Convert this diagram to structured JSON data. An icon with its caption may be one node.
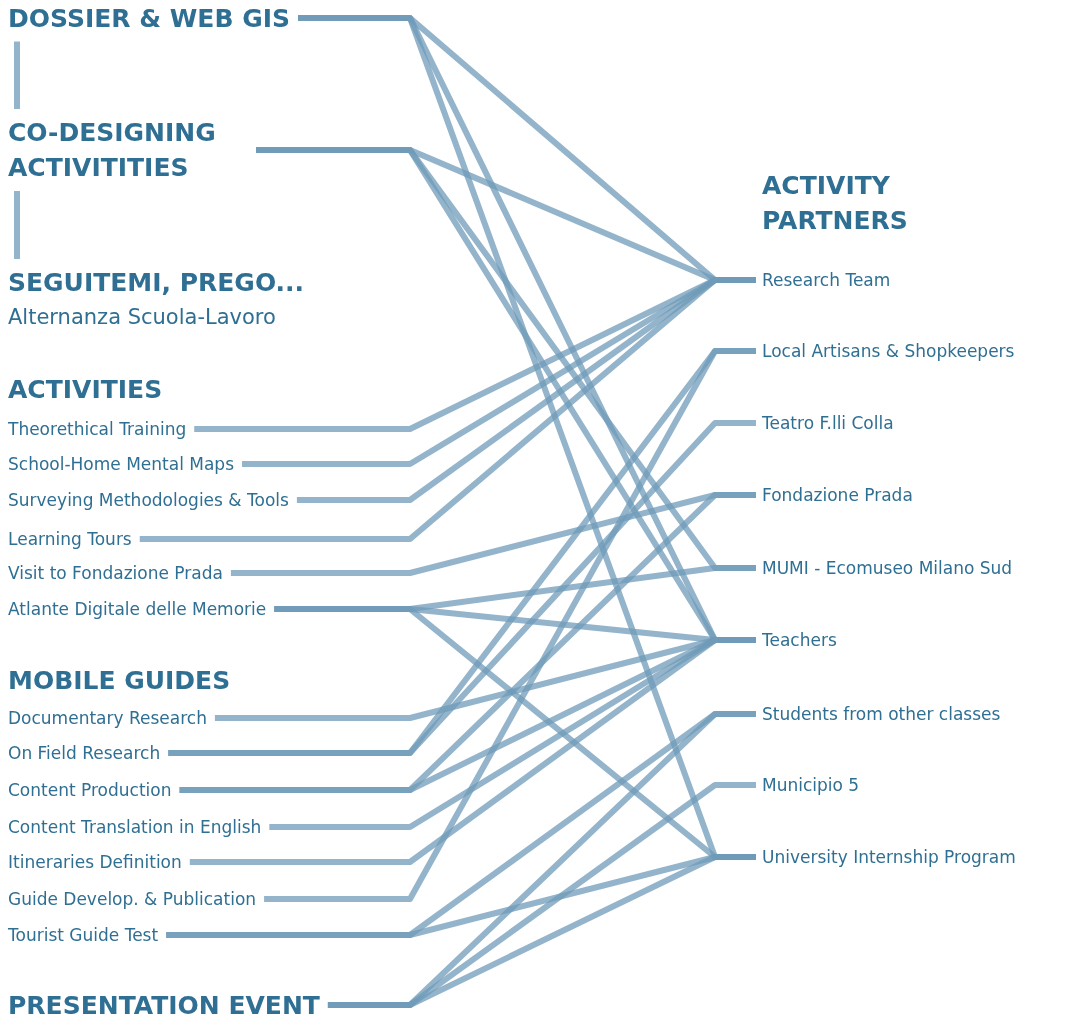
{
  "diagram": {
    "nodes": [
      {
        "text": [
          "DOSSIER & WEB GIS"
        ]
      },
      {
        "text": [
          "CO-DESIGNING ACTIVITITIES"
        ]
      },
      {
        "text": [
          "SEGUITEMI, PREGO...",
          "Alternanza Scuola-Lavoro"
        ]
      },
      {
        "text": [
          "Theorethical Training"
        ]
      },
      {
        "text": [
          "School-Home Mental Maps"
        ]
      },
      {
        "text": [
          "Surveying Methodologies & Tools"
        ]
      },
      {
        "text": [
          "Learning Tours"
        ]
      },
      {
        "text": [
          "Visit to Fondazione Prada"
        ]
      },
      {
        "text": [
          "Atlante Digitale delle Memorie"
        ]
      },
      {
        "text": [
          "Documentary Research"
        ]
      },
      {
        "text": [
          "On Field Research"
        ]
      },
      {
        "text": [
          "Content Production"
        ]
      },
      {
        "text": [
          "Content Translation in English"
        ]
      },
      {
        "text": [
          "Itineraries Definition"
        ]
      },
      {
        "text": [
          "Guide Develop. & Publication"
        ]
      },
      {
        "text": [
          "Tourist Guide Test"
        ]
      },
      {
        "text": [
          "PRESENTATION EVENT"
        ]
      },
      {
        "text": [
          "Research Team"
        ]
      },
      {
        "text": [
          "Local Artisans & Shopkeepers"
        ]
      },
      {
        "text": [
          "Teatro F.lli Colla"
        ]
      },
      {
        "text": [
          "Fondazione Prada"
        ]
      },
      {
        "text": [
          "MUMI - Ecomuseo Milano Sud"
        ]
      },
      {
        "text": [
          "Teachers"
        ]
      },
      {
        "text": [
          "Students from other classes"
        ]
      },
      {
        "text": [
          "Municipio 5"
        ]
      },
      {
        "text": [
          "University Internship Program"
        ]
      }
    ],
    "edges": [
      {
        "from": 0,
        "to": 1,
        "arrow": "none"
      },
      {
        "from": 1,
        "to": 2,
        "arrow": "none"
      },
      {
        "from": 0,
        "to": 17,
        "arrow": "none"
      },
      {
        "from": 0,
        "to": 22,
        "arrow": "none"
      },
      {
        "from": 0,
        "to": 25,
        "arrow": "none"
      },
      {
        "from": 1,
        "to": 17,
        "arrow": "none"
      },
      {
        "from": 1,
        "to": 21,
        "arrow": "none"
      },
      {
        "from": 1,
        "to": 22,
        "arrow": "none"
      },
      {
        "from": 3,
        "to": 17,
        "arrow": "none"
      },
      {
        "from": 4,
        "to": 17,
        "arrow": "none"
      },
      {
        "from": 5,
        "to": 17,
        "arrow": "none"
      },
      {
        "from": 6,
        "to": 17,
        "arrow": "none"
      },
      {
        "from": 7,
        "to": 20,
        "arrow": "none"
      },
      {
        "from": 8,
        "to": 21,
        "arrow": "none"
      },
      {
        "from": 8,
        "to": 22,
        "arrow": "none"
      },
      {
        "from": 8,
        "to": 25,
        "arrow": "none"
      },
      {
        "from": 9,
        "to": 22,
        "arrow": "none"
      },
      {
        "from": 10,
        "to": 18,
        "arrow": "none"
      },
      {
        "from": 10,
        "to": 19,
        "arrow": "none"
      },
      {
        "from": 11,
        "to": 20,
        "arrow": "none"
      },
      {
        "from": 11,
        "to": 22,
        "arrow": "none"
      },
      {
        "from": 12,
        "to": 22,
        "arrow": "none"
      },
      {
        "from": 13,
        "to": 22,
        "arrow": "none"
      },
      {
        "from": 14,
        "to": 18,
        "arrow": "none"
      },
      {
        "from": 15,
        "to": 23,
        "arrow": "none"
      },
      {
        "from": 15,
        "to": 25,
        "arrow": "none"
      },
      {
        "from": 16,
        "to": 23,
        "arrow": "none"
      },
      {
        "from": 16,
        "to": 24,
        "arrow": "none"
      },
      {
        "from": 16,
        "to": 25,
        "arrow": "none"
      }
    ],
    "labels": [
      "ACTIVITY PARTNERS",
      "ACTIVITIES",
      "MOBILE GUIDES"
    ]
  }
}
